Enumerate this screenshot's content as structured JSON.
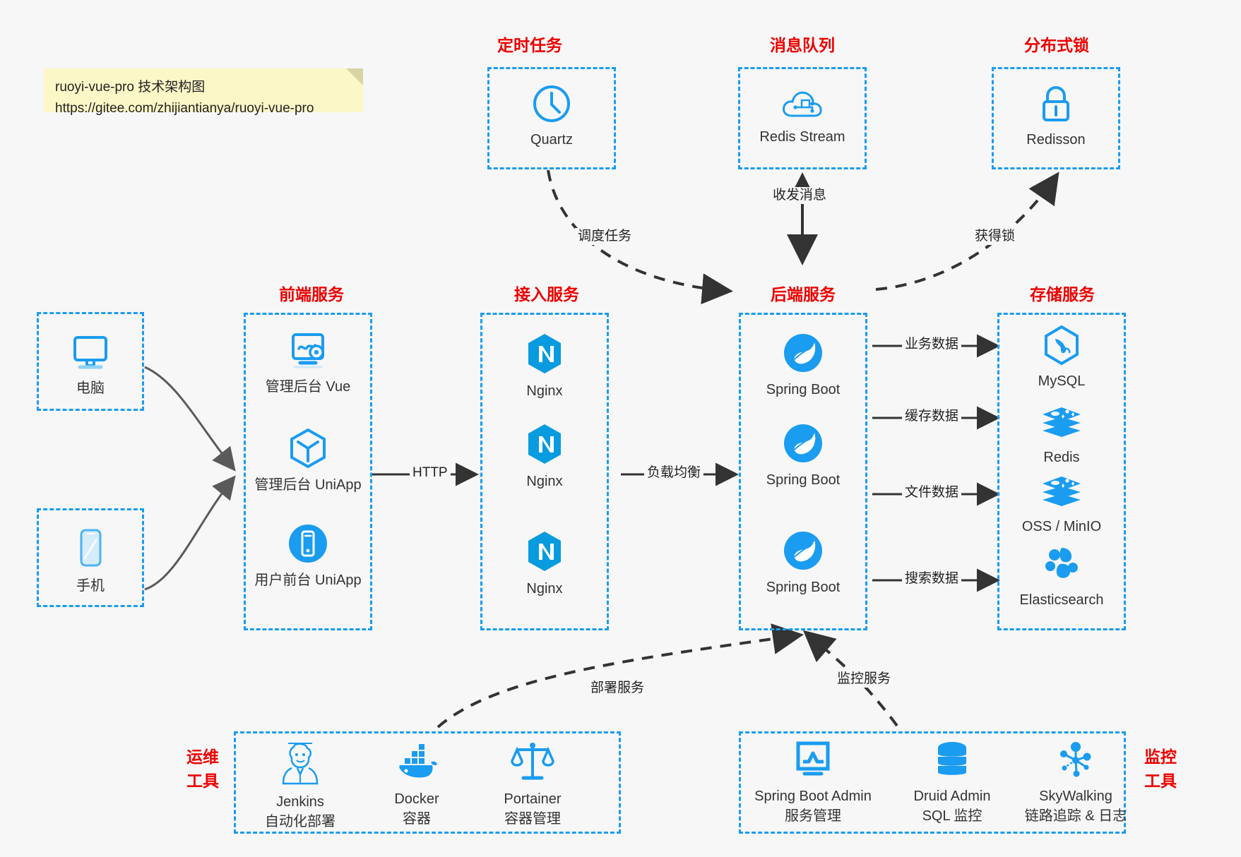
{
  "note": {
    "title": "ruoyi-vue-pro 技术架构图",
    "url": "https://gitee.com/zhijiantianya/ruoyi-vue-pro"
  },
  "colors": {
    "accent": "#1a9cf0",
    "title": "#ec0000",
    "background": "#f7f7f7",
    "note_bg": "#fcf7c7",
    "edge": "#333333"
  },
  "groups": {
    "scheduled_task": {
      "title": "定时任务",
      "nodes": [
        {
          "label": "Quartz",
          "icon": "clock-icon"
        }
      ]
    },
    "message_queue": {
      "title": "消息队列",
      "nodes": [
        {
          "label": "Redis Stream",
          "icon": "cloud-network-icon"
        }
      ]
    },
    "distributed_lock": {
      "title": "分布式锁",
      "nodes": [
        {
          "label": "Redisson",
          "icon": "lock-icon"
        }
      ]
    },
    "client_pc": {
      "title": "",
      "nodes": [
        {
          "label": "电脑",
          "icon": "desktop-icon"
        }
      ]
    },
    "client_mobile": {
      "title": "",
      "nodes": [
        {
          "label": "手机",
          "icon": "phone-icon"
        }
      ]
    },
    "frontend": {
      "title": "前端服务",
      "nodes": [
        {
          "label": "管理后台 Vue",
          "icon": "dashboard-gear-icon"
        },
        {
          "label": "管理后台 UniApp",
          "icon": "hexagon-cube-icon"
        },
        {
          "label": "用户前台 UniApp",
          "icon": "mobile-app-icon"
        }
      ]
    },
    "gateway": {
      "title": "接入服务",
      "nodes": [
        {
          "label": "Nginx",
          "icon": "nginx-icon"
        },
        {
          "label": "Nginx",
          "icon": "nginx-icon"
        },
        {
          "label": "Nginx",
          "icon": "nginx-icon"
        }
      ]
    },
    "backend": {
      "title": "后端服务",
      "nodes": [
        {
          "label": "Spring Boot",
          "icon": "spring-boot-icon"
        },
        {
          "label": "Spring Boot",
          "icon": "spring-boot-icon"
        },
        {
          "label": "Spring Boot",
          "icon": "spring-boot-icon"
        }
      ]
    },
    "storage": {
      "title": "存储服务",
      "nodes": [
        {
          "label": "MySQL",
          "icon": "mysql-icon"
        },
        {
          "label": "Redis",
          "icon": "redis-icon"
        },
        {
          "label": "OSS / MinIO",
          "icon": "oss-icon"
        },
        {
          "label": "Elasticsearch",
          "icon": "elasticsearch-icon"
        }
      ]
    },
    "devops": {
      "title": "运维\n工具",
      "title_line1": "运维",
      "title_line2": "工具",
      "nodes": [
        {
          "label": "Jenkins",
          "sublabel": "自动化部署",
          "icon": "jenkins-icon"
        },
        {
          "label": "Docker",
          "sublabel": "容器",
          "icon": "docker-icon"
        },
        {
          "label": "Portainer",
          "sublabel": "容器管理",
          "icon": "scales-icon"
        }
      ]
    },
    "monitoring": {
      "title_line1": "监控",
      "title_line2": "工具",
      "nodes": [
        {
          "label": "Spring Boot Admin",
          "sublabel": "服务管理",
          "icon": "monitor-chart-icon"
        },
        {
          "label": "Druid Admin",
          "sublabel": "SQL 监控",
          "icon": "database-icon"
        },
        {
          "label": "SkyWalking",
          "sublabel": "链路追踪 & 日志",
          "icon": "skywalking-icon"
        }
      ]
    }
  },
  "edges": {
    "http": "HTTP",
    "load_balance": "负载均衡",
    "schedule_task": "调度任务",
    "send_receive_message": "收发消息",
    "acquire_lock": "获得锁",
    "business_data": "业务数据",
    "cache_data": "缓存数据",
    "file_data": "文件数据",
    "search_data": "搜索数据",
    "deploy_service": "部署服务",
    "monitor_service": "监控服务"
  }
}
